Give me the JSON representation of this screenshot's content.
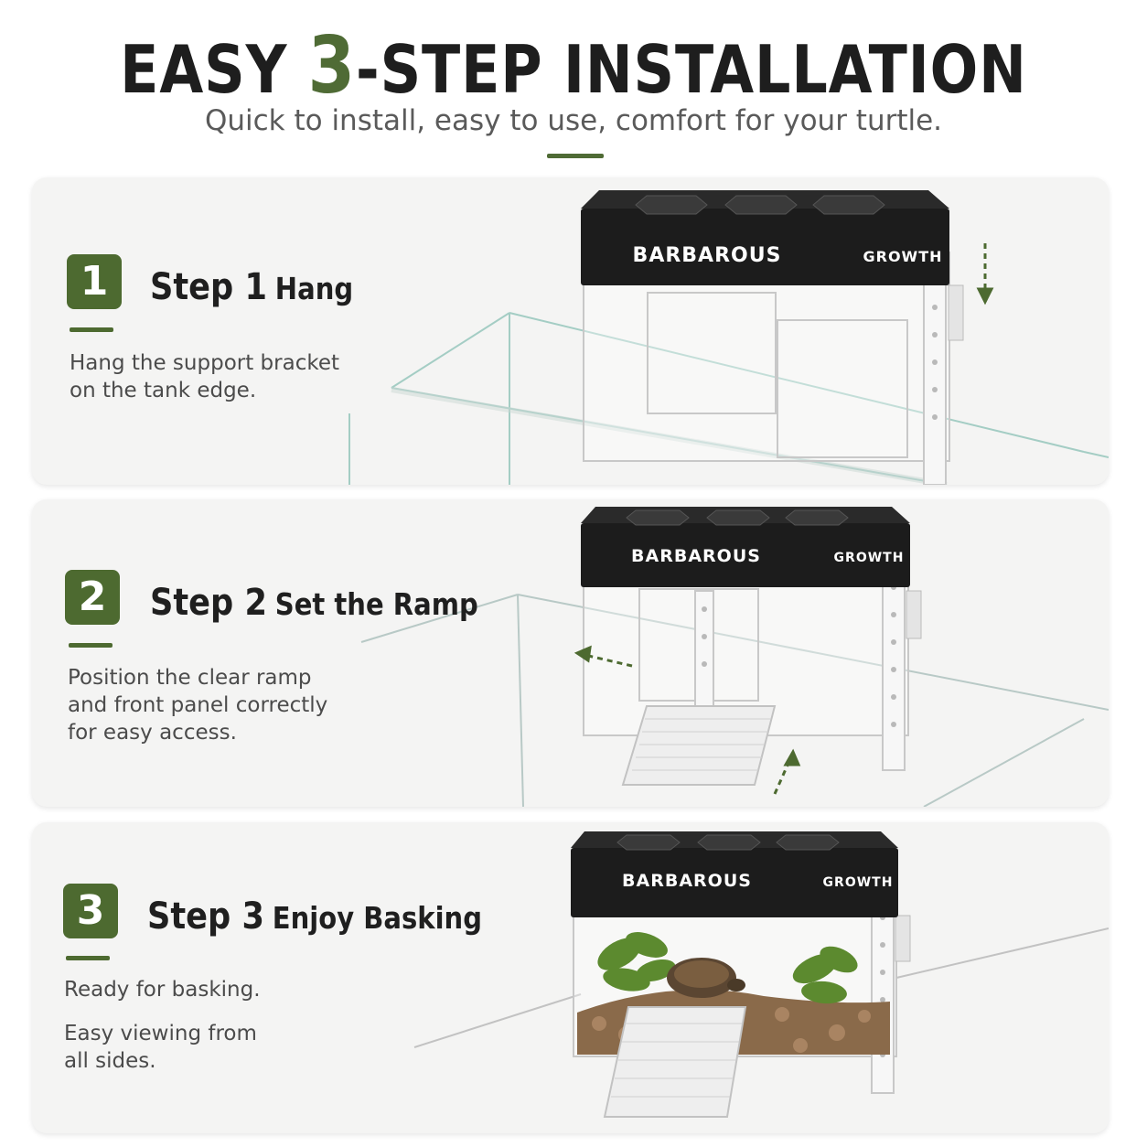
{
  "header": {
    "title_before": "EASY ",
    "title_number": "3",
    "title_after": "-STEP INSTALLATION",
    "subtitle": "Quick to install, easy to use, comfort for your turtle."
  },
  "colors": {
    "accent": "#4f6b35",
    "card_bg": "#f4f4f3",
    "lid": "#1c1c1c"
  },
  "product": {
    "brand": "BARBAROUS",
    "side_label": "GROWTH"
  },
  "steps": [
    {
      "number": "1",
      "title": "Step 1",
      "title_sub": "Hang",
      "desc": [
        "Hang the support bracket",
        "on the tank edge."
      ]
    },
    {
      "number": "2",
      "title": "Step 2",
      "title_sub": "Set the Ramp",
      "desc": [
        "Position the clear ramp",
        "and front panel correctly",
        "for easy access."
      ]
    },
    {
      "number": "3",
      "title": "Step 3",
      "title_sub": "Enjoy Basking",
      "desc": [
        "Ready for basking.",
        "Easy viewing from",
        "all sides."
      ]
    }
  ]
}
